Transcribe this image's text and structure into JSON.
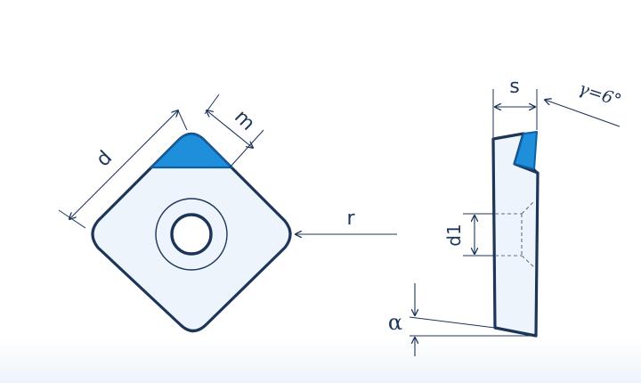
{
  "diagram": {
    "labels": {
      "d": "d",
      "m": "m",
      "r": "r",
      "s": "s",
      "gamma": "γ=6°",
      "d1": "d1",
      "alpha": "α"
    },
    "colors": {
      "outline": "#1c3558",
      "insert_face": "#eef4fb",
      "cutting_edge": "#1f8fdc",
      "cutting_edge_stroke": "#0f5fa3",
      "hidden_line": "#5a6f8c"
    }
  }
}
